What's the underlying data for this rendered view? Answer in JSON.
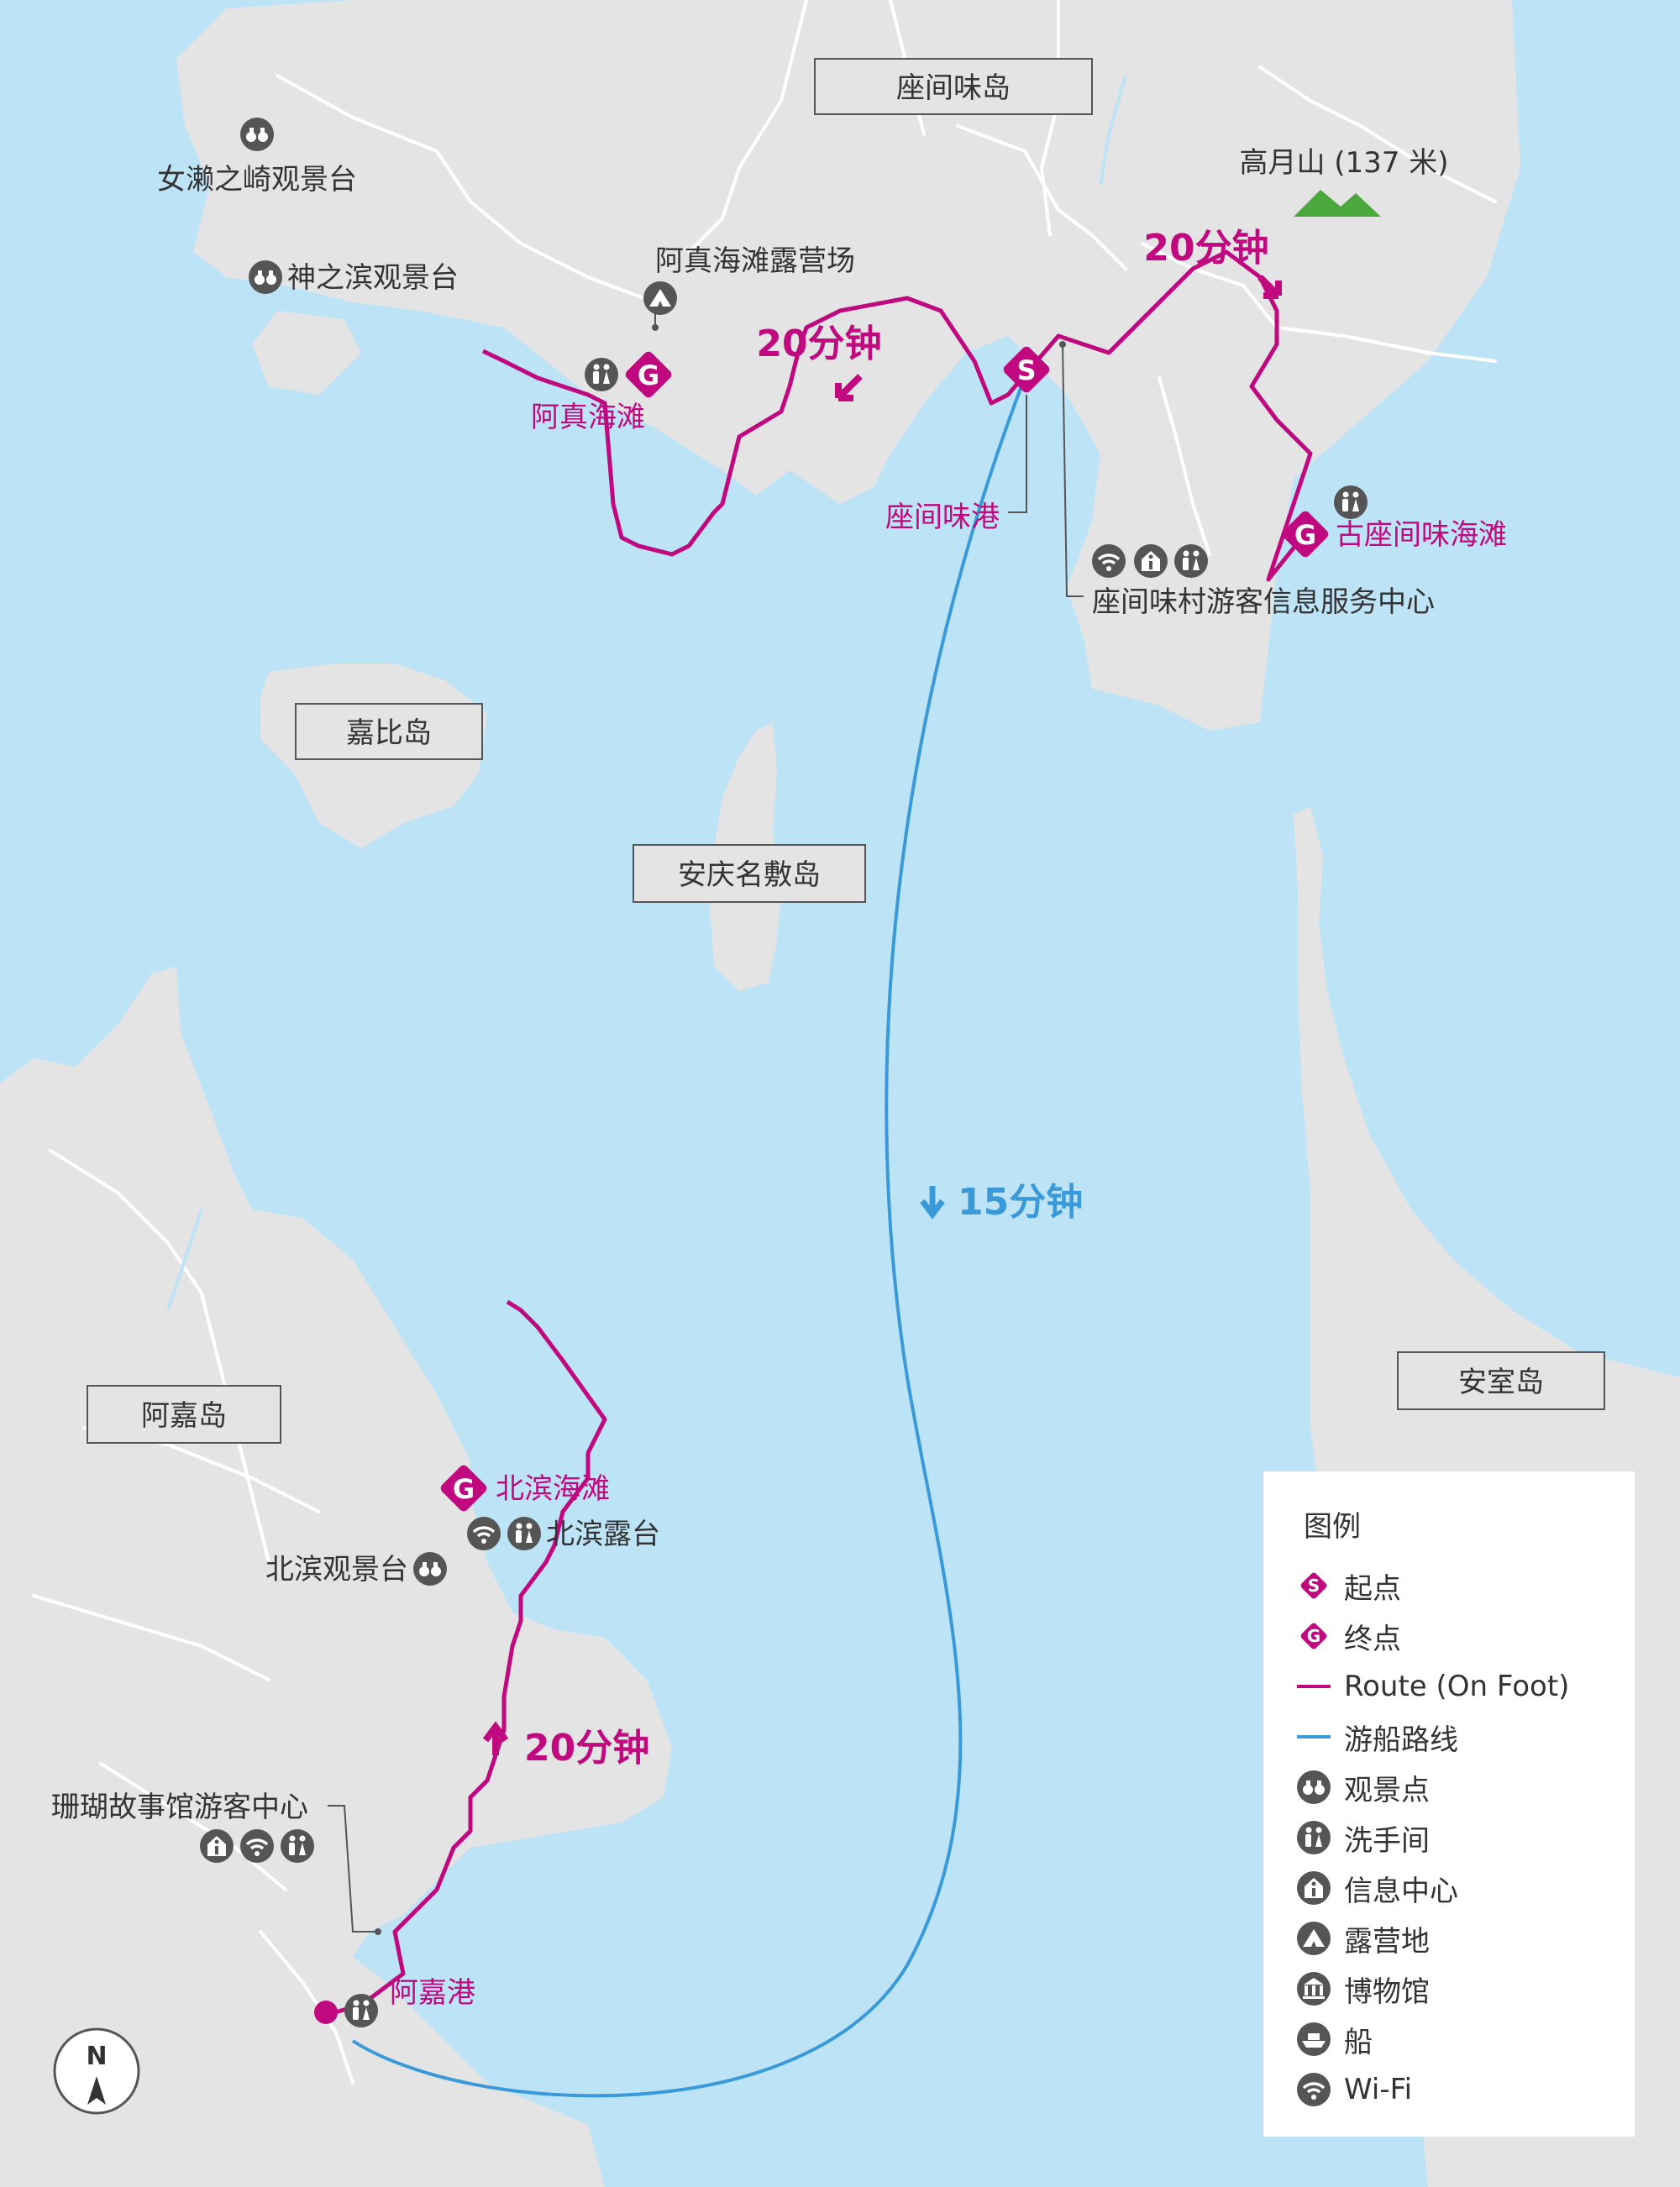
{
  "colors": {
    "water": "#bde3f6",
    "land": "#e4e4e4",
    "road": "#ffffff",
    "walk_route": "#c0087f",
    "ferry_route": "#3a9ad9",
    "icon": "#555555",
    "mountain": "#4aa83c"
  },
  "islands": [
    {
      "id": "zamami",
      "name": "座间味岛"
    },
    {
      "id": "geruma",
      "name": "嘉比岛"
    },
    {
      "id": "agenashiki",
      "name": "安庆名敷岛"
    },
    {
      "id": "aka",
      "name": "阿嘉岛"
    },
    {
      "id": "amuro",
      "name": "安室岛"
    }
  ],
  "places": {
    "megusaki": "女濑之崎观景台",
    "kaminohama": "神之滨观景台",
    "ama_camp": "阿真海滩露营场",
    "ama_beach": "阿真海滩",
    "zamami_port": "座间味港",
    "visitor_center": "座间味村游客信息服务中心",
    "furuzamami": "古座间味海滩",
    "takatsuki": "高月山 (137 米)",
    "nishibama": "北滨海滩",
    "nishibama_terrace": "北滨露台",
    "nishibama_view": "北滨观景台",
    "coral_center": "珊瑚故事馆游客中心",
    "aka_port": "阿嘉港"
  },
  "times": {
    "walk_ama": "20分钟",
    "walk_furuzamami": "20分钟",
    "ferry": "15分钟",
    "walk_nishibama": "20分钟"
  },
  "markers": {
    "start": "S",
    "goal": "G"
  },
  "compass": "N",
  "legend": {
    "title": "图例",
    "items": [
      {
        "icon": "start-icon",
        "label": "起点"
      },
      {
        "icon": "goal-icon",
        "label": "终点"
      },
      {
        "icon": "walk-line-icon",
        "label": "Route (On Foot)"
      },
      {
        "icon": "ferry-line-icon",
        "label": "游船路线"
      },
      {
        "icon": "binoculars-icon",
        "label": "观景点"
      },
      {
        "icon": "restroom-icon",
        "label": "洗手间"
      },
      {
        "icon": "info-icon",
        "label": "信息中心"
      },
      {
        "icon": "camp-icon",
        "label": "露营地"
      },
      {
        "icon": "museum-icon",
        "label": "博物馆"
      },
      {
        "icon": "ship-icon",
        "label": "船"
      },
      {
        "icon": "wifi-icon",
        "label": "Wi-Fi"
      }
    ]
  }
}
